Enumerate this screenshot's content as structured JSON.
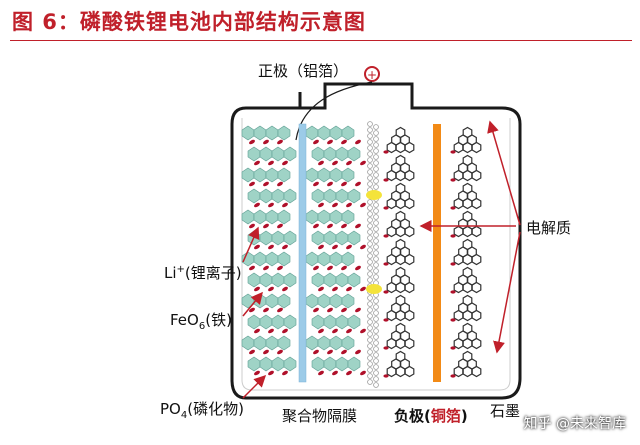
{
  "title": "图 6：磷酸铁锂电池内部结构示意图",
  "labels": {
    "cathode": "正极（铝箔）",
    "electrolyte": "电解质",
    "li_ion_prefix": "Li",
    "li_ion_sup": "+",
    "li_ion_suffix": "(锂离子)",
    "feo_prefix": "FeO",
    "feo_sub": "6",
    "feo_suffix": "(铁)",
    "po_prefix": "PO",
    "po_sub": "4",
    "po_suffix": "(磷化物)",
    "separator": "聚合物隔膜",
    "anode_prefix": "负极(",
    "anode_highlight": "铜箔",
    "anode_suffix": ")",
    "graphite": "石墨"
  },
  "terminal_symbol": "+",
  "watermark": "知乎 @未来智库",
  "colors": {
    "title": "#c0202a",
    "aluminum_foil": "#9ccbe8",
    "copper_foil": "#f28a16",
    "crystal": "#9fd3c6",
    "oxygen": "#b0102a",
    "graphite": "#333333",
    "arrow": "#c0202a"
  }
}
